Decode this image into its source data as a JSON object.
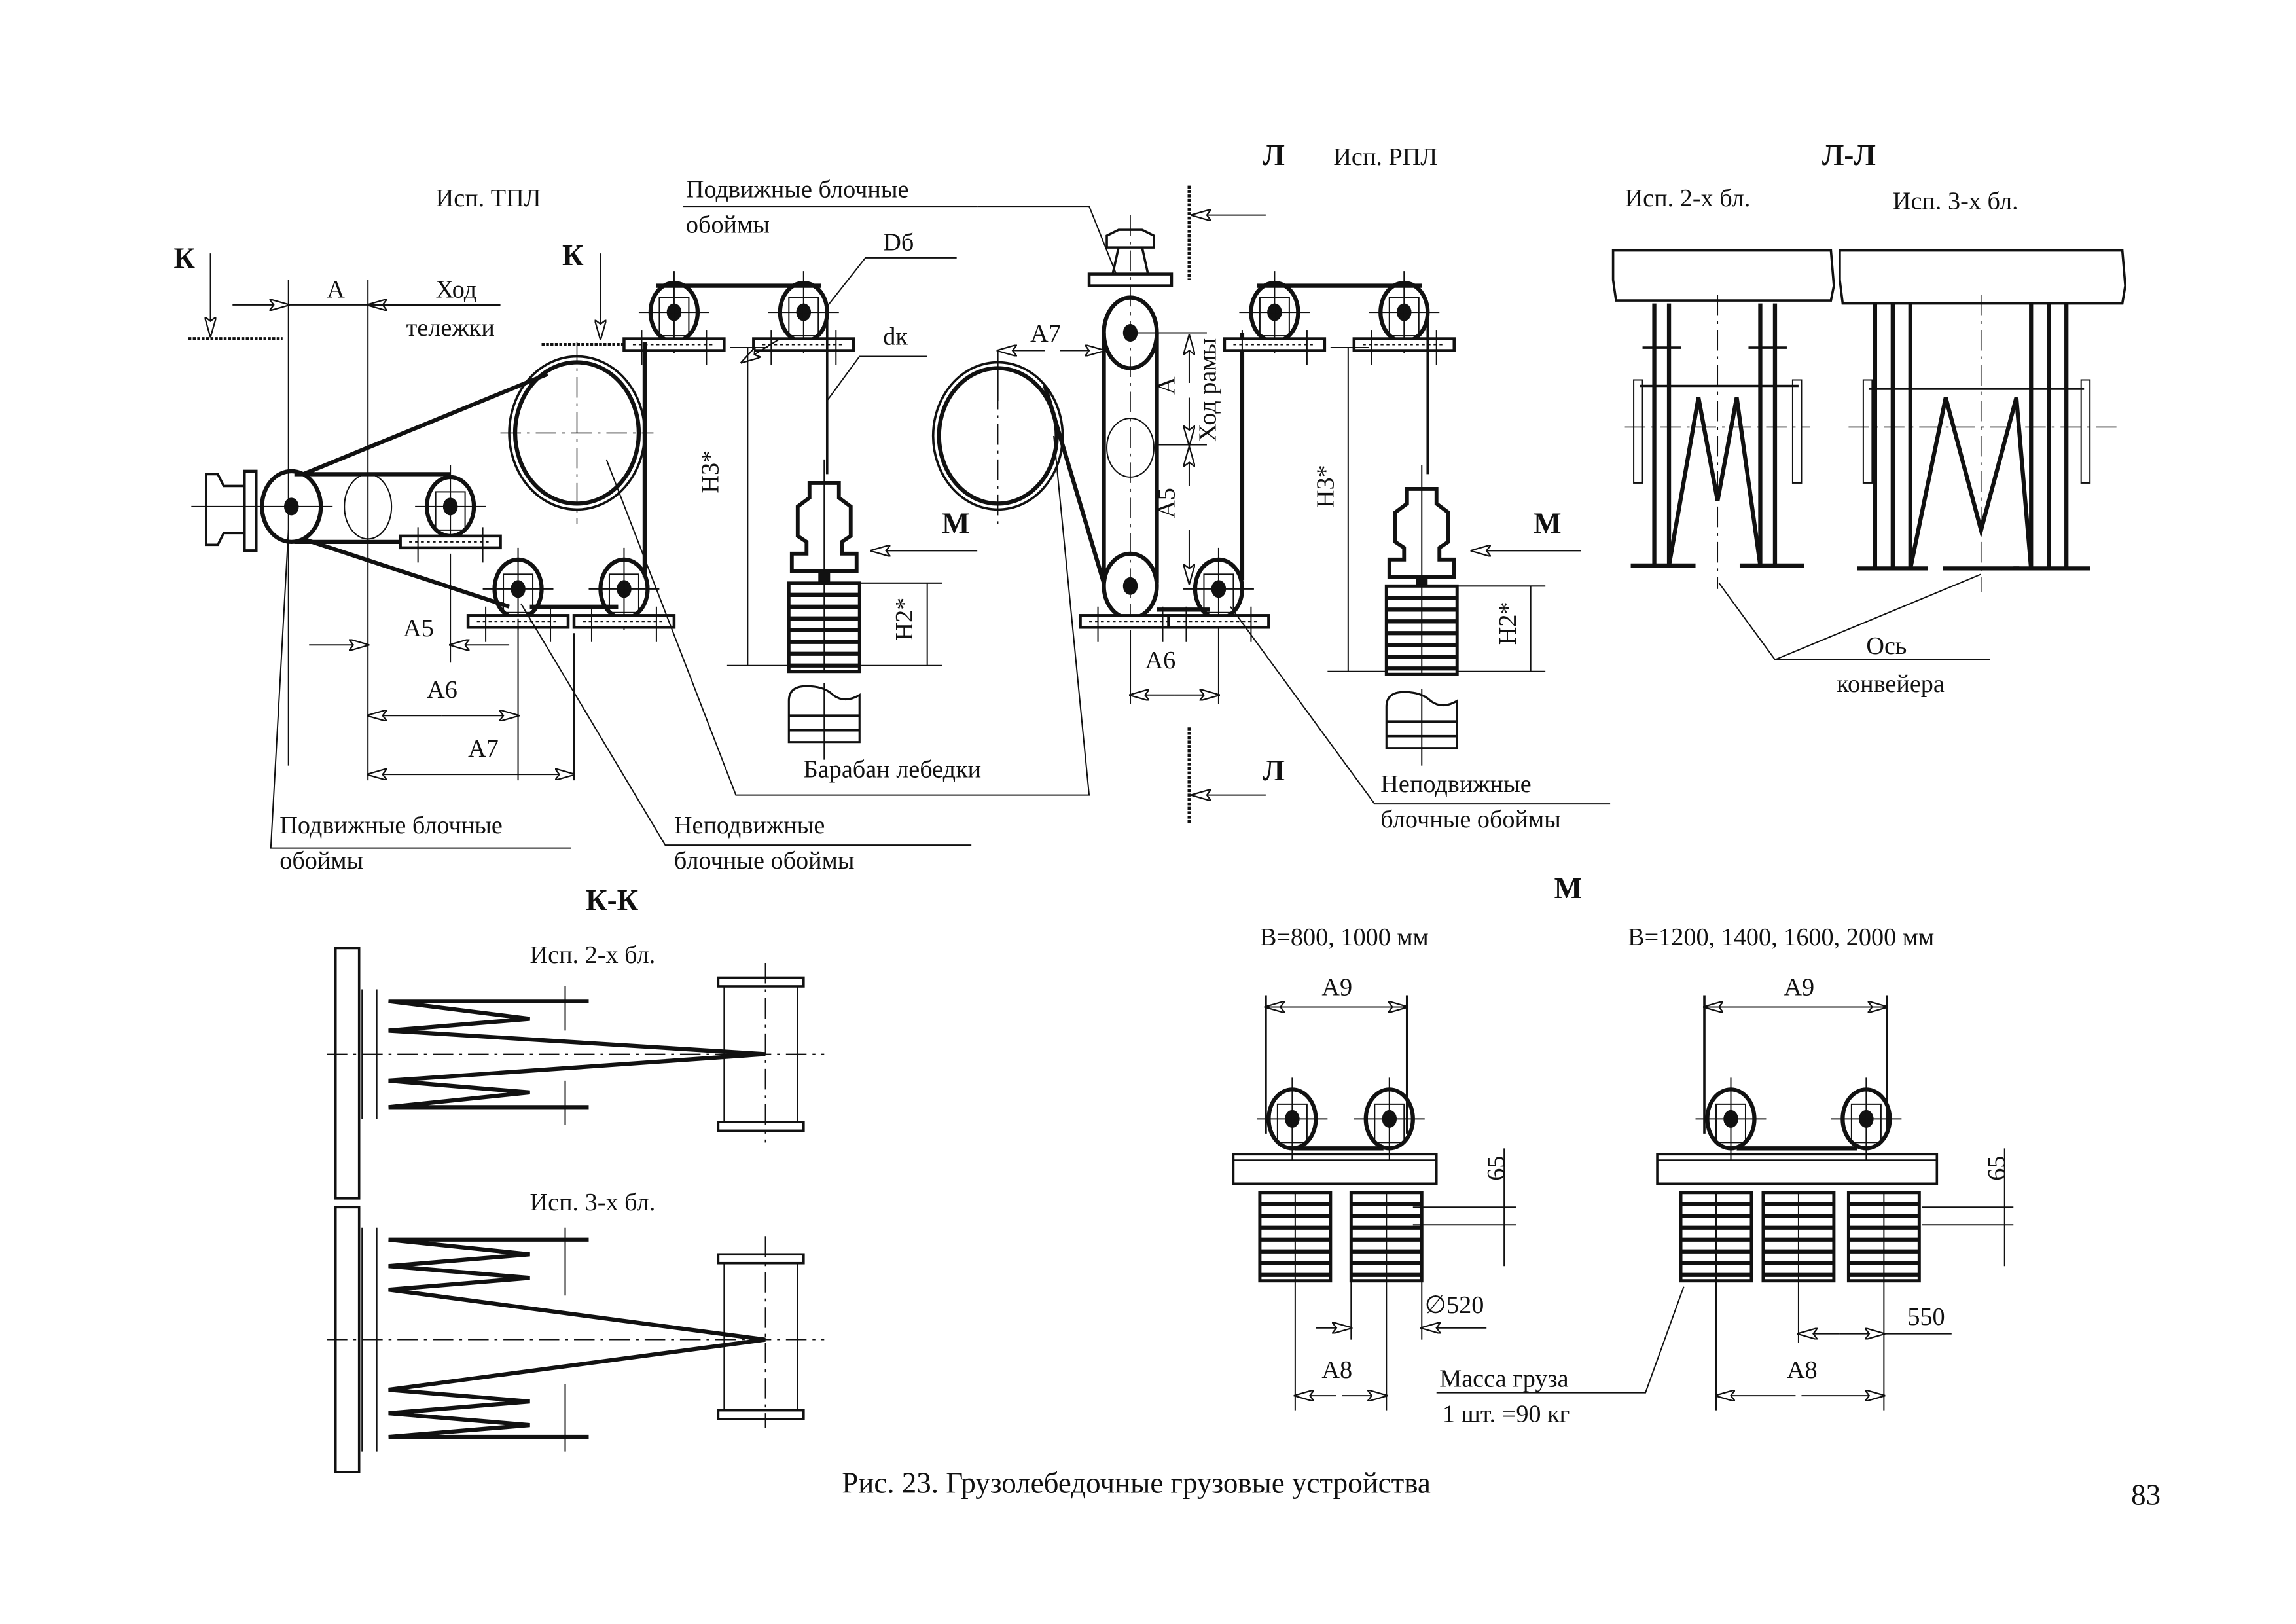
{
  "figure": {
    "caption": "Рис. 23. Грузолебедочные грузовые устройства",
    "page_number": "83"
  },
  "tpl_view": {
    "title": "Исп. ТПЛ",
    "section_mark_left": "К",
    "section_mark_right": "К",
    "dim_A": "А",
    "travel_label_1": "Ход",
    "travel_label_2": "тележки",
    "movable_blocks_top_1": "Подвижные блочные",
    "movable_blocks_top_2": "обоймы",
    "drum_diameter": "Dб",
    "rope_diameter": "dк",
    "height_H3": "H3*",
    "height_H2": "H2*",
    "view_mark_M": "М",
    "dim_A5": "А5",
    "dim_A6": "А6",
    "dim_A7": "А7",
    "winch_drum_label": "Барабан лебедки",
    "movable_blocks_bottom_1": "Подвижные блочные",
    "movable_blocks_bottom_2": "обоймы",
    "fixed_blocks_1": "Неподвижные",
    "fixed_blocks_2": "блочные обоймы"
  },
  "rpl_view": {
    "title": "Исп. РПЛ",
    "section_mark_top": "Л",
    "section_mark_bottom": "Л",
    "dim_A7": "А7",
    "dim_A": "А",
    "frame_travel": "Ход рамы",
    "dim_A5": "А5",
    "dim_A6": "А6",
    "height_H3": "H3*",
    "height_H2": "H2*",
    "view_mark_M": "М",
    "fixed_blocks_1": "Неподвижные",
    "fixed_blocks_2": "блочные обоймы"
  },
  "section_LL": {
    "title": "Л-Л",
    "variant_2": "Исп. 2-х бл.",
    "variant_3": "Исп. 3-х бл.",
    "axis_label_1": "Ось",
    "axis_label_2": "конвейера"
  },
  "section_KK": {
    "title": "К-К",
    "variant_2": "Исп. 2-х бл.",
    "variant_3": "Исп. 3-х бл."
  },
  "view_M": {
    "title": "М",
    "left_caption": "B=800, 1000 мм",
    "right_caption": "B=1200, 1400, 1600, 2000 мм",
    "dim_A9_left": "А9",
    "dim_A9_right": "А9",
    "dim_65_left": "65",
    "dim_65_right": "65",
    "diameter": "∅520",
    "dim_550": "550",
    "dim_A8_left": "А8",
    "dim_A8_right": "А8",
    "weight_label_1": "Масса груза",
    "weight_label_2": "1 шт. =90 кг"
  }
}
